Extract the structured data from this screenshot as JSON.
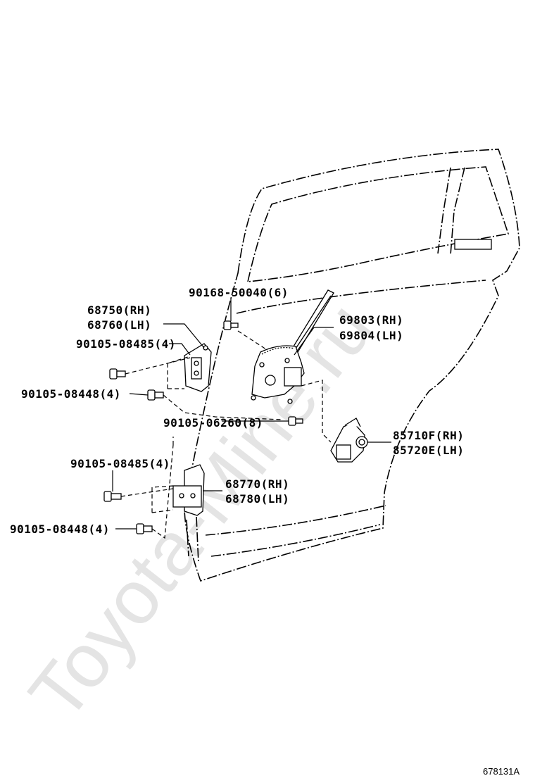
{
  "watermark": "Toyota-Mine.ru",
  "diagram_code": "678131A",
  "callouts": {
    "hinge_upper_rh": "68750(RH)",
    "hinge_upper_lh": "68760(LH)",
    "bolt_upper_a": "90105-08485(4)",
    "bolt_upper_b": "90105-08448(4)",
    "screw_regulator": "90168-50040(6)",
    "regulator_rh": "69803(RH)",
    "regulator_lh": "69804(LH)",
    "bolt_regulator": "90105-06260(8)",
    "motor_rh": "85710F(RH)",
    "motor_lh": "85720E(LH)",
    "bolt_lower_a": "90105-08485(4)",
    "hinge_lower_rh": "68770(RH)",
    "hinge_lower_lh": "68780(LH)",
    "bolt_lower_b": "90105-08448(4)"
  }
}
